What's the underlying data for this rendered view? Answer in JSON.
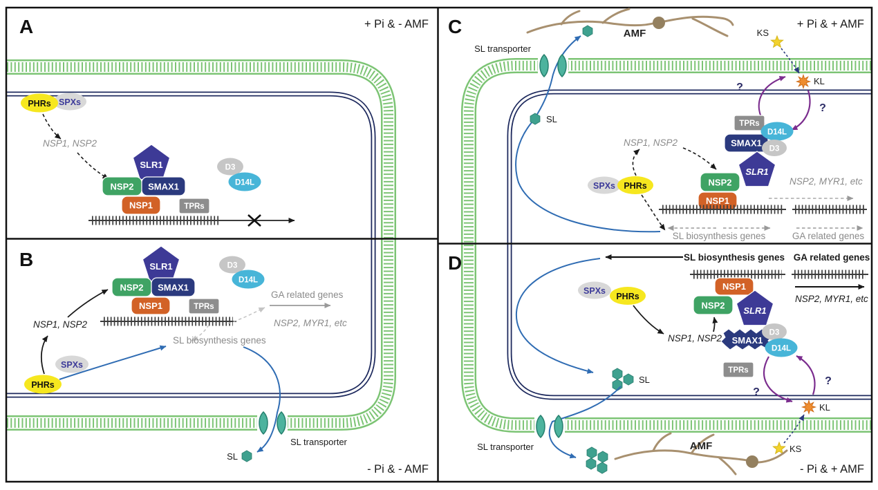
{
  "colors": {
    "membrane_green": "#7cc474",
    "nucleus_navy": "#1e2a5e",
    "slr1_indigo": "#3d3a96",
    "nsp2_green": "#3fa364",
    "smax1_blue": "#2b3a7e",
    "nsp1_orange": "#d26227",
    "tprs_gray": "#8d8d8d",
    "d3_gray": "#c6c6c6",
    "d14l_cyan": "#47b5d8",
    "phrs_yellow": "#f6e71f",
    "spxs_gray": "#d8d8d8",
    "sl_teal": "#3fa18f",
    "transporter_teal": "#4db39e",
    "amf_brown": "#a8906f",
    "amf_spore_brown": "#94805f",
    "arrow_blue": "#2f6cb3",
    "arrow_purple": "#7b2d8e",
    "arrow_navy": "#2b3a7e",
    "ks_yellow": "#f2d22e",
    "kl_orange": "#ef8d2f"
  },
  "panels": {
    "a": {
      "letter": "A",
      "condition": "+ Pi & - AMF",
      "phrs": "PHRs",
      "spxs": "SPXs",
      "nsp1_nsp2": "NSP1, NSP2",
      "slr1": "SLR1",
      "nsp2": "NSP2",
      "smax1": "SMAX1",
      "nsp1": "NSP1",
      "tprs": "TPRs",
      "d3": "D3",
      "d14l": "D14L"
    },
    "b": {
      "letter": "B",
      "condition": "- Pi & - AMF",
      "phrs": "PHRs",
      "spxs": "SPXs",
      "nsp1_nsp2": "NSP1, NSP2",
      "slr1": "SLR1",
      "nsp2": "NSP2",
      "smax1": "SMAX1",
      "nsp1": "NSP1",
      "tprs": "TPRs",
      "d3": "D3",
      "d14l": "D14L",
      "ga_genes": "GA related genes",
      "nsp2_myr1": "NSP2, MYR1, etc",
      "sl_bio_genes": "SL biosynthesis genes",
      "sl": "SL",
      "sl_transporter": "SL transporter"
    },
    "c": {
      "letter": "C",
      "condition": "+ Pi & + AMF",
      "amf": "AMF",
      "sl_transporter": "SL transporter",
      "sl": "SL",
      "ks": "KS",
      "kl": "KL",
      "q_left": "?",
      "q_right": "?",
      "tprs": "TPRs",
      "smax1": "SMAX1",
      "d14l": "D14L",
      "d3": "D3",
      "slr1": "SLR1",
      "nsp2": "NSP2",
      "nsp1": "NSP1",
      "nsp1_nsp2": "NSP1, NSP2",
      "spxs": "SPXs",
      "phrs": "PHRs",
      "nsp2_myr1": "NSP2, MYR1, etc",
      "sl_bio_genes": "SL biosynthesis genes",
      "ga_genes": "GA related genes"
    },
    "d": {
      "letter": "D",
      "condition": "- Pi & + AMF",
      "sl_bio_genes": "SL biosynthesis genes",
      "ga_genes": "GA related genes",
      "nsp1": "NSP1",
      "nsp2": "NSP2",
      "slr1": "SLR1",
      "nsp2_myr1": "NSP2, MYR1, etc",
      "smax1": "SMAX1",
      "d3": "D3",
      "d14l": "D14L",
      "tprs": "TPRs",
      "q_left": "?",
      "q_right": "?",
      "kl": "KL",
      "ks": "KS",
      "amf": "AMF",
      "spxs": "SPXs",
      "phrs": "PHRs",
      "nsp1_nsp2": "NSP1, NSP2",
      "sl": "SL",
      "sl_transporter": "SL transporter"
    }
  }
}
